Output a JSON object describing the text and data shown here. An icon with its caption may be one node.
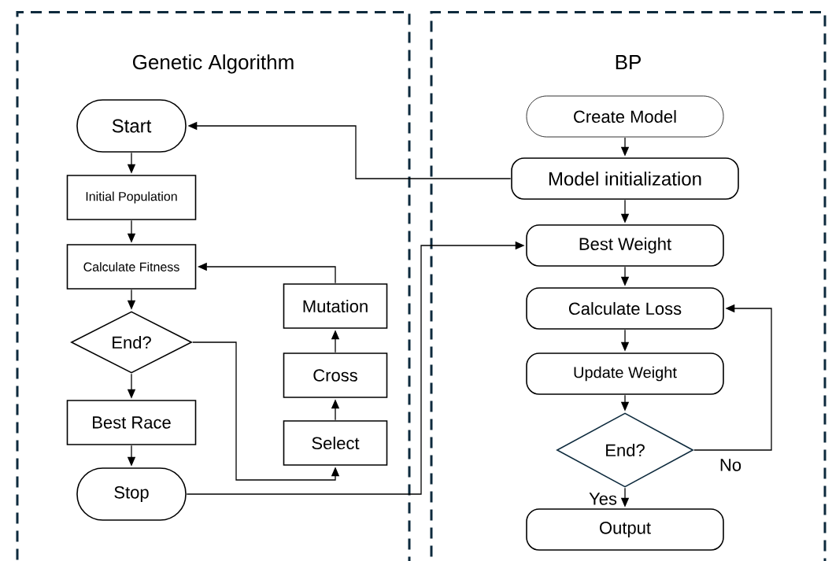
{
  "diagram": {
    "nodes": [
      {
        "text": [
          "Genetic Algorithm"
        ]
      },
      {
        "text": [
          "Start"
        ],
        "in": 0
      },
      {
        "text": [
          "Initial Population"
        ],
        "in": 0
      },
      {
        "text": [
          "Calculate Fitness"
        ],
        "in": 0
      },
      {
        "text": [
          "End?"
        ],
        "in": 0
      },
      {
        "text": [
          "Best Race"
        ],
        "in": 0
      },
      {
        "text": [
          "Stop"
        ],
        "in": 0
      },
      {
        "text": [
          "Select"
        ],
        "in": 0
      },
      {
        "text": [
          "Cross"
        ],
        "in": 0
      },
      {
        "text": [
          "Mutation"
        ],
        "in": 0
      },
      {
        "text": [
          "BP"
        ]
      },
      {
        "text": [
          "Create Model"
        ],
        "in": 10
      },
      {
        "text": [
          "Model initialization"
        ],
        "in": 10
      },
      {
        "text": [
          "Best Weight"
        ],
        "in": 10
      },
      {
        "text": [
          "Calculate Loss"
        ],
        "in": 10
      },
      {
        "text": [
          "Update Weight"
        ],
        "in": 10
      },
      {
        "text": [
          "End?"
        ],
        "in": 10
      },
      {
        "text": [
          "Output"
        ],
        "in": 10
      }
    ],
    "edges": [
      {
        "from": 1,
        "to": 2,
        "arrow": "to"
      },
      {
        "from": 2,
        "to": 3,
        "arrow": "to"
      },
      {
        "from": 3,
        "to": 4,
        "arrow": "to"
      },
      {
        "from": 4,
        "to": 5,
        "arrow": "to"
      },
      {
        "from": 5,
        "to": 6,
        "arrow": "to"
      },
      {
        "from": 4,
        "to": 7,
        "arrow": "to"
      },
      {
        "from": 7,
        "to": 8,
        "arrow": "to"
      },
      {
        "from": 8,
        "to": 9,
        "arrow": "to"
      },
      {
        "from": 9,
        "to": 3,
        "arrow": "to"
      },
      {
        "from": 12,
        "to": 1,
        "arrow": "to"
      },
      {
        "from": 11,
        "to": 12,
        "arrow": "to"
      },
      {
        "from": 12,
        "to": 13,
        "arrow": "to"
      },
      {
        "from": 13,
        "to": 14,
        "arrow": "to"
      },
      {
        "from": 14,
        "to": 15,
        "arrow": "to"
      },
      {
        "from": 15,
        "to": 16,
        "arrow": "to"
      },
      {
        "from": 16,
        "to": 14,
        "arrow": "to",
        "label": "No"
      },
      {
        "from": 16,
        "to": 17,
        "arrow": "to",
        "label": "Yes"
      },
      {
        "from": 6,
        "to": 13,
        "arrow": "to"
      }
    ]
  }
}
